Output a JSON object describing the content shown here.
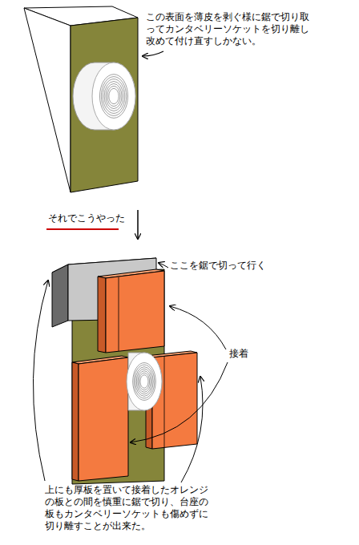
{
  "diagram": {
    "labels": [
      "この表面を薄皮を剥ぐ様に鋸で切り取ってカンタベリーソケットを切り離し改めて付け直すしかない。",
      "それでこうやった",
      "ここを鋸で切って行く",
      "接着",
      "上にも厚板を置いて接着したオレンジの板との間を慎重に鋸で切り、台座の板もカンタベリーソケットも傷めずに切り離すことが出来た。"
    ]
  }
}
